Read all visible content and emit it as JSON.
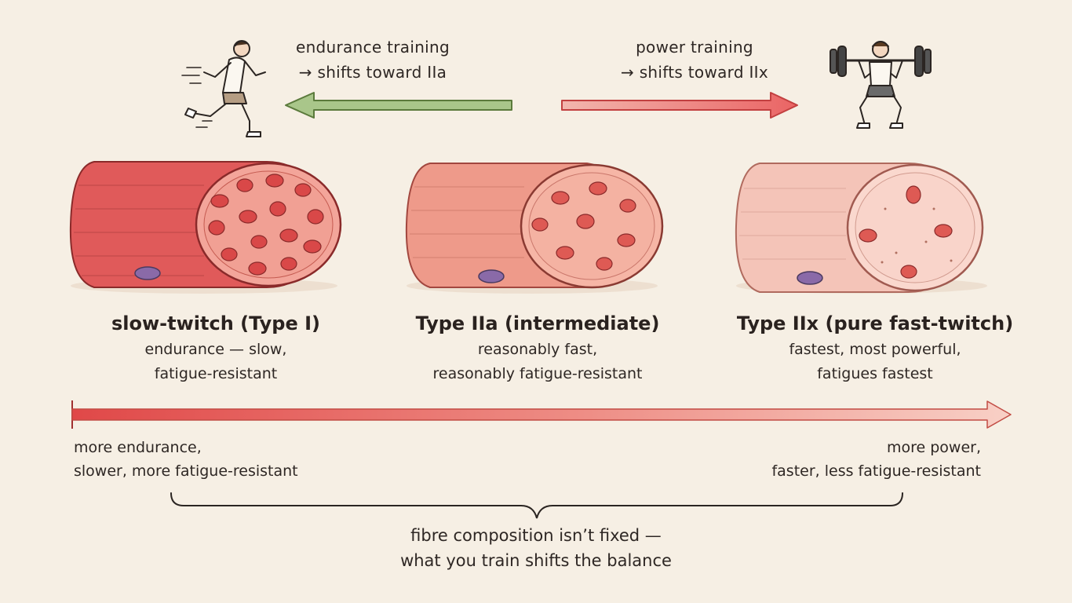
{
  "training": {
    "endurance": {
      "line1": "endurance training",
      "line2": "→ shifts toward IIa"
    },
    "power": {
      "line1": "power training",
      "line2": "→ shifts toward IIx"
    }
  },
  "fibres": [
    {
      "title": "slow-twitch (Type I)",
      "desc1": "endurance — slow,",
      "desc2": "fatigue-resistant",
      "color": "#e05a5a"
    },
    {
      "title": "Type IIa (intermediate)",
      "desc1": "reasonably fast,",
      "desc2": "reasonably fatigue-resistant",
      "color": "#ee9a8a"
    },
    {
      "title": "Type IIx (pure fast-twitch)",
      "desc1": "fastest, most powerful,",
      "desc2": "fatigues fastest",
      "color": "#f4c4b8"
    }
  ],
  "spectrum": {
    "left1": "more endurance,",
    "left2": "slower, more fatigue-resistant",
    "right1": "more power,",
    "right2": "faster, less fatigue-resistant"
  },
  "footer": {
    "line1": "fibre composition isn’t fixed —",
    "line2": "what you train shifts the balance"
  },
  "icons": {
    "runner": "runner-icon",
    "lifter": "weightlifter-icon"
  },
  "colors": {
    "endurance_arrow": "#8fb36a",
    "power_arrow": "#e86a6a",
    "mitochondria": "#d94848",
    "nucleus": "#8a6aa8"
  }
}
